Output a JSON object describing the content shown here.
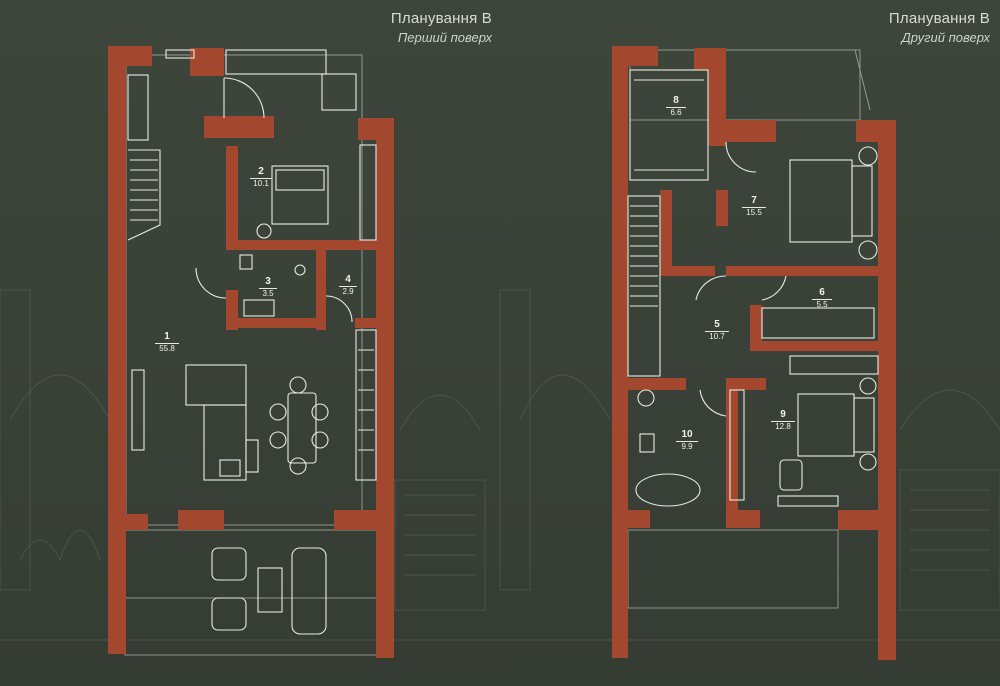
{
  "colors": {
    "background": "#3b4239",
    "wall": "#a4472f",
    "line": "#e8ebe4",
    "text": "#d9ddd3"
  },
  "floor1": {
    "title": "Планування В",
    "subtitle": "Перший поверх",
    "rooms": [
      {
        "number": "1",
        "area": "55.8"
      },
      {
        "number": "2",
        "area": "10.1"
      },
      {
        "number": "3",
        "area": "3.5"
      },
      {
        "number": "4",
        "area": "2.9"
      }
    ]
  },
  "floor2": {
    "title": "Планування В",
    "subtitle": "Другий поверх",
    "rooms": [
      {
        "number": "5",
        "area": "10.7"
      },
      {
        "number": "6",
        "area": "5.5"
      },
      {
        "number": "7",
        "area": "15.5"
      },
      {
        "number": "8",
        "area": "6.6"
      },
      {
        "number": "9",
        "area": "12.8"
      },
      {
        "number": "10",
        "area": "9.9"
      }
    ]
  }
}
